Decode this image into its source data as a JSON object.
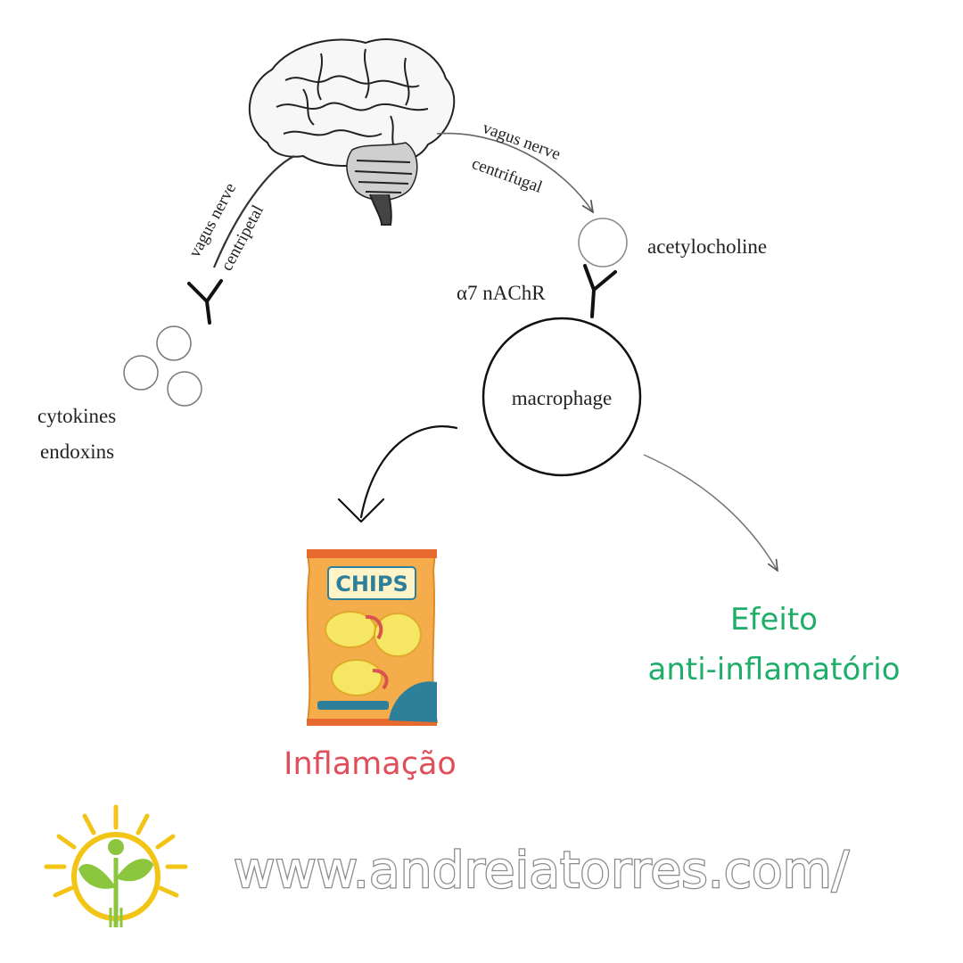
{
  "diagram": {
    "nerves": {
      "afferent": {
        "line1": "vagus nerve",
        "line2": "centripetal"
      },
      "efferent": {
        "line1": "vagus nerve",
        "line2": "centrifugal"
      }
    },
    "labels": {
      "acetylcholine": "acetylocholine",
      "receptor": "α7 nAChR",
      "macrophage": "macrophage",
      "cytokines": "cytokines",
      "endoxins": "endoxins"
    },
    "outcomes": {
      "inflammation": "Inflamação",
      "anti_inflammatory_line1": "Efeito",
      "anti_inflammatory_line2": "anti-inflamatório"
    },
    "chips_label": "CHIPS"
  },
  "footer": {
    "website": "www.andreiatorres.com/"
  },
  "colors": {
    "inflammation": "#e04e5a",
    "anti_inflammatory": "#1fae6a",
    "sun": "#f2c416",
    "leaf": "#8cc63f",
    "chips_bag": "#f4ad4a",
    "chips_accent": "#2e7f9a"
  }
}
